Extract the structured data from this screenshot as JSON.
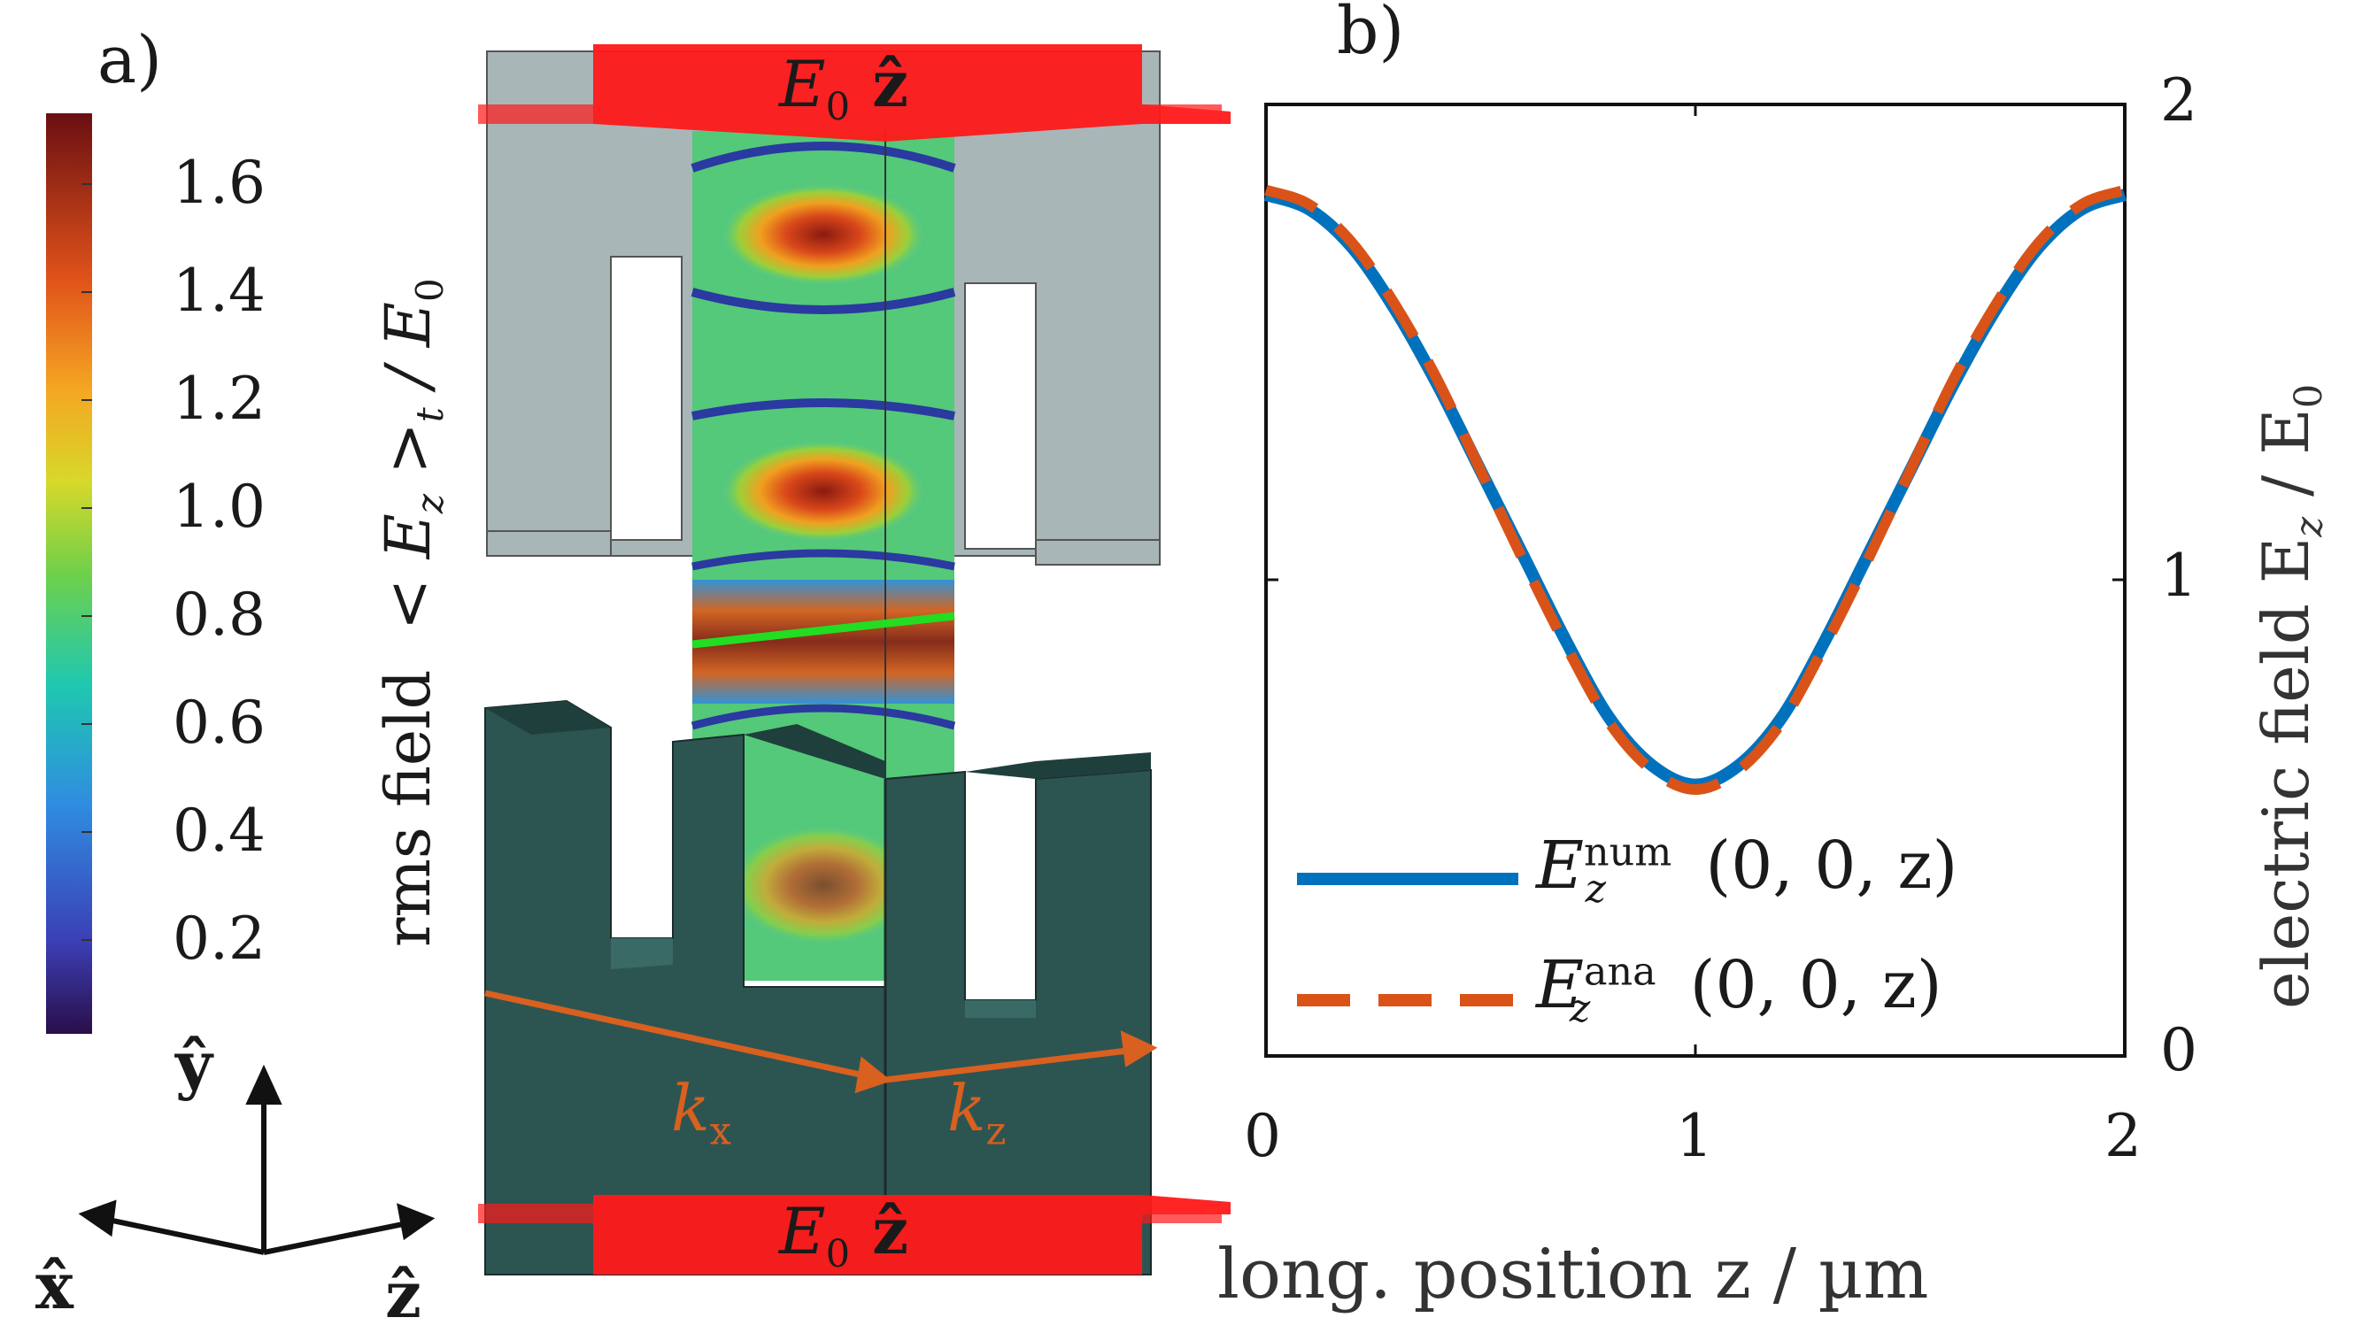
{
  "panel_a": {
    "label": "a)",
    "colorbar": {
      "ticks": [
        "1.6",
        "1.4",
        "1.2",
        "1.0",
        "0.8",
        "0.6",
        "0.4",
        "0.2"
      ],
      "label_prefix": "rms field",
      "label_math": "< E",
      "label_sub": "z",
      "label_rest": " >",
      "label_sub2": "t",
      "label_div": " / E",
      "label_sub3": "0",
      "range": [
        0,
        1.7
      ]
    },
    "source_label_top": "E",
    "source_label_top_sub": "0",
    "source_label_top_vec": " ẑ",
    "source_label_bottom": "E",
    "source_label_bottom_sub": "0",
    "source_label_bottom_vec": " ẑ",
    "kx_label": "k",
    "kx_sub": "x",
    "kz_label": "k",
    "kz_sub": "z",
    "axes": {
      "y": "ŷ",
      "x": "x̂",
      "z": "ẑ"
    },
    "colors": {
      "source": "#ff1a1a",
      "wave_arrow": "#d9601f",
      "structure_dark": "#2c5552",
      "structure_light": "#a8b6b8",
      "cut_line": "#22dd22"
    }
  },
  "panel_b": {
    "label": "b)",
    "xlabel": "long. position z / µm",
    "ylabel": "electric field E",
    "ylabel_sub": "z",
    "ylabel_rest": " / E",
    "ylabel_sub2": "0",
    "xticks": [
      "0",
      "1",
      "2"
    ],
    "yticks": [
      "0",
      "1",
      "2"
    ],
    "legend": [
      {
        "label": "E",
        "sup": "num",
        "sub": "z",
        "args": " (0, 0, z)",
        "color": "#0072bd",
        "style": "solid"
      },
      {
        "label": "E",
        "sup": "ana",
        "sub": "z",
        "args": " (0, 0, z)",
        "color": "#d95319",
        "style": "dashed"
      }
    ]
  },
  "chart_data": {
    "type": "line",
    "xlim": [
      0,
      2
    ],
    "ylim": [
      0,
      2
    ],
    "xlabel": "long. position z / µm",
    "ylabel": "electric field E_z / E_0",
    "legend_position": "bottom-left",
    "series": [
      {
        "name": "E_z^num (0,0,z)",
        "color": "#0072bd",
        "style": "solid",
        "x": [
          0,
          0.1,
          0.2,
          0.3,
          0.4,
          0.5,
          0.6,
          0.7,
          0.8,
          0.9,
          1.0,
          1.1,
          1.2,
          1.3,
          1.4,
          1.5,
          1.6,
          1.7,
          1.8,
          1.9,
          2.0
        ],
        "y": [
          1.81,
          1.78,
          1.7,
          1.57,
          1.41,
          1.23,
          1.05,
          0.87,
          0.71,
          0.61,
          0.57,
          0.61,
          0.71,
          0.87,
          1.05,
          1.23,
          1.41,
          1.57,
          1.7,
          1.78,
          1.81
        ]
      },
      {
        "name": "E_z^ana (0,0,z)",
        "color": "#d95319",
        "style": "dashed",
        "x": [
          0,
          0.1,
          0.2,
          0.3,
          0.4,
          0.5,
          0.6,
          0.7,
          0.8,
          0.9,
          1.0,
          1.1,
          1.2,
          1.3,
          1.4,
          1.5,
          1.6,
          1.7,
          1.8,
          1.9,
          2.0
        ],
        "y": [
          1.82,
          1.79,
          1.71,
          1.58,
          1.42,
          1.23,
          1.04,
          0.86,
          0.7,
          0.6,
          0.56,
          0.6,
          0.7,
          0.86,
          1.04,
          1.23,
          1.42,
          1.58,
          1.71,
          1.79,
          1.82
        ]
      }
    ]
  }
}
